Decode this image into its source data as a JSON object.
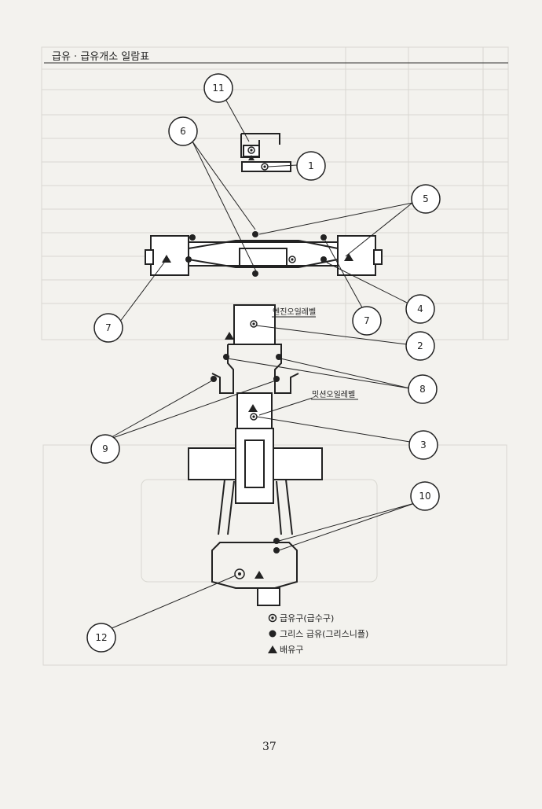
{
  "header": {
    "title": "급유 · 급유개소 일람표"
  },
  "labels": {
    "engine_oil_level": "엔진오일레벨",
    "mission_oil_level": "밋션오일레벨"
  },
  "callouts": [
    "1",
    "2",
    "3",
    "4",
    "5",
    "6",
    "7",
    "7",
    "8",
    "9",
    "10",
    "11",
    "12"
  ],
  "legend": {
    "fill_port": "급유구(급수구)",
    "grease": "그리스 급유(그리스니플)",
    "drain": "배유구"
  },
  "page_number": "37"
}
